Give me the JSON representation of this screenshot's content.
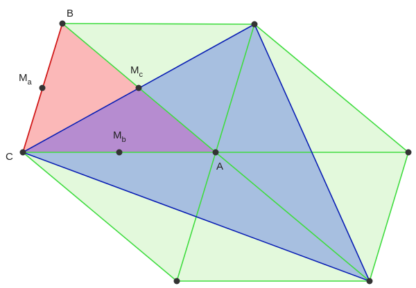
{
  "labels": {
    "B": "B",
    "C": "C",
    "A": "A",
    "Ma_main": "M",
    "Ma_sub": "a",
    "Mb_main": "M",
    "Mb_sub": "b",
    "Mc_main": "M",
    "Mc_sub": "c"
  },
  "colors": {
    "green_fill": "#e3f9dc",
    "green_line": "#3fdc3f",
    "blue_fill": "#a7bfe0",
    "blue_line": "#0a1fb4",
    "red_fill": "#fbb8b8",
    "red_line": "#d01818",
    "purple_fill": "#b68cd0",
    "point": "#333333",
    "text": "#222222"
  }
}
